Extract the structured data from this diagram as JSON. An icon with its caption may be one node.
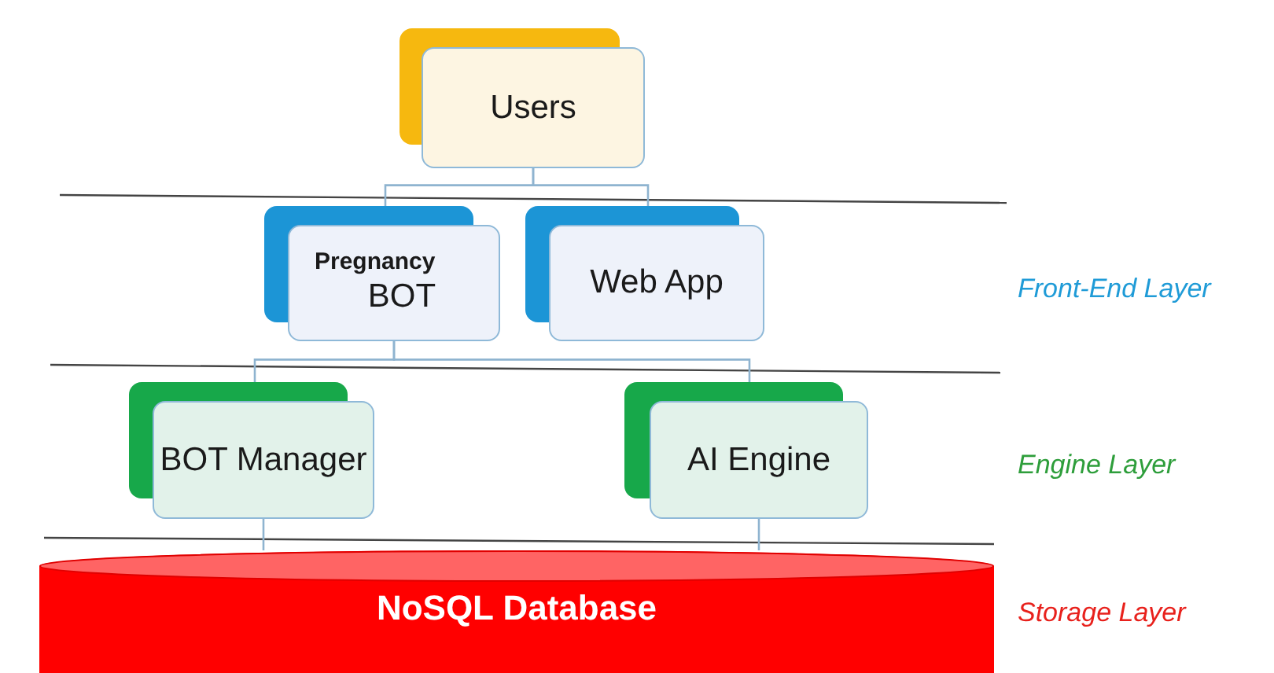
{
  "diagram": {
    "nodes": [
      {
        "text": [
          "Users"
        ]
      },
      {
        "text": [
          "Pregnancy",
          "BOT"
        ]
      },
      {
        "text": [
          "Web App"
        ]
      },
      {
        "text": [
          "BOT Manager"
        ]
      },
      {
        "text": [
          "AI Engine"
        ]
      },
      {
        "text": [
          "NoSQL Database"
        ]
      }
    ],
    "edges": [
      {
        "from": 0,
        "to": 1,
        "arrow": "none"
      },
      {
        "from": 0,
        "to": 2,
        "arrow": "none"
      },
      {
        "from": 1,
        "to": 3,
        "arrow": "none"
      },
      {
        "from": 1,
        "to": 4,
        "arrow": "none"
      },
      {
        "from": 3,
        "to": 5,
        "arrow": "none"
      },
      {
        "from": 4,
        "to": 5,
        "arrow": "none"
      }
    ],
    "labels": [
      "Front-End Layer",
      "Engine Layer",
      "Storage Layer"
    ]
  }
}
